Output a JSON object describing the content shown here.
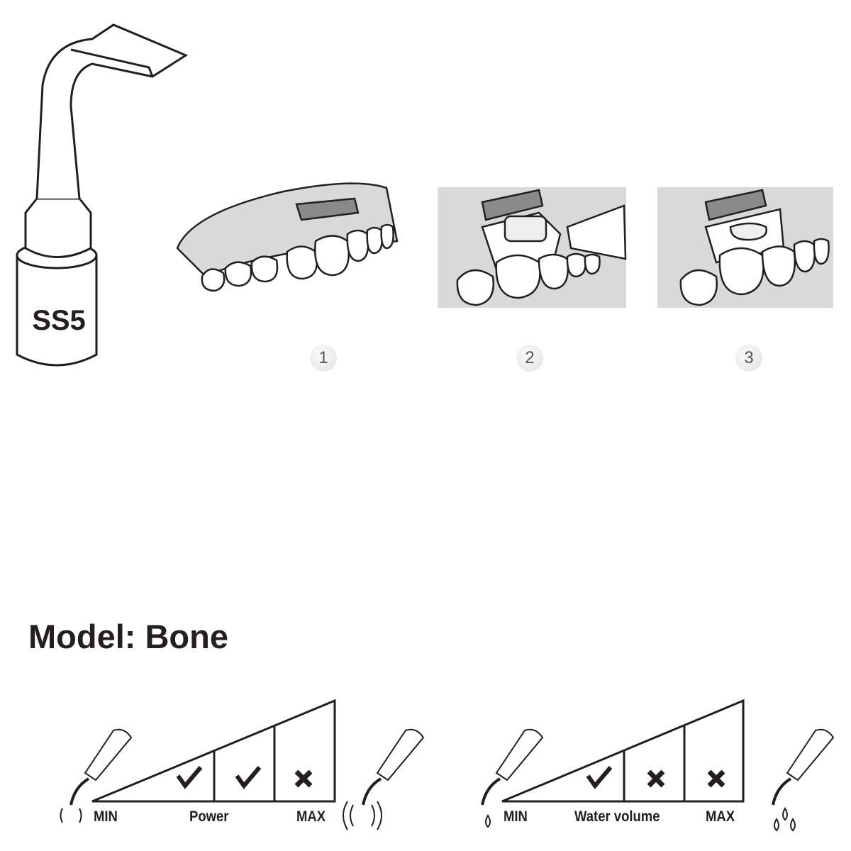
{
  "tip": {
    "model_code": "SS5"
  },
  "steps": [
    {
      "number": "1"
    },
    {
      "number": "2"
    },
    {
      "number": "3"
    }
  ],
  "title": "Model: Bone",
  "power_scale": {
    "min_label": "MIN",
    "label": "Power",
    "max_label": "MAX",
    "levels": [
      "check",
      "check",
      "cross"
    ]
  },
  "water_scale": {
    "min_label": "MIN",
    "label": "Water volume",
    "max_label": "MAX",
    "levels": [
      "check",
      "cross",
      "cross"
    ]
  },
  "colors": {
    "ink": "#231f20",
    "gum": "#d9d9d9",
    "bone": "#8a8a8a"
  }
}
